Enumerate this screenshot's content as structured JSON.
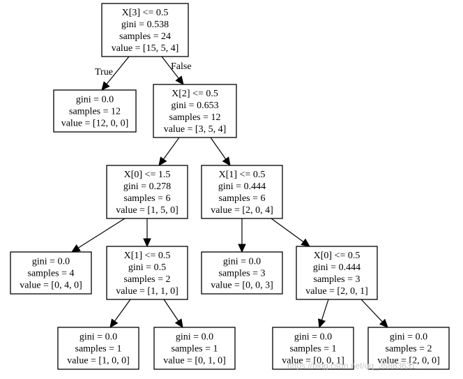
{
  "tree": {
    "nodes": [
      {
        "id": "n0",
        "lines": [
          "X[3] <= 0.5",
          "gini = 0.538",
          "samples = 24",
          "value = [15, 5, 4]"
        ]
      },
      {
        "id": "n1",
        "lines": [
          "gini = 0.0",
          "samples = 12",
          "value = [12, 0, 0]"
        ]
      },
      {
        "id": "n2",
        "lines": [
          "X[2] <= 0.5",
          "gini = 0.653",
          "samples = 12",
          "value = [3, 5, 4]"
        ]
      },
      {
        "id": "n3",
        "lines": [
          "X[0] <= 1.5",
          "gini = 0.278",
          "samples = 6",
          "value = [1, 5, 0]"
        ]
      },
      {
        "id": "n4",
        "lines": [
          "X[1] <= 0.5",
          "gini = 0.444",
          "samples = 6",
          "value = [2, 0, 4]"
        ]
      },
      {
        "id": "n5",
        "lines": [
          "gini = 0.0",
          "samples = 4",
          "value = [0, 4, 0]"
        ]
      },
      {
        "id": "n6",
        "lines": [
          "X[1] <= 0.5",
          "gini = 0.5",
          "samples = 2",
          "value = [1, 1, 0]"
        ]
      },
      {
        "id": "n7",
        "lines": [
          "gini = 0.0",
          "samples = 3",
          "value = [0, 0, 3]"
        ]
      },
      {
        "id": "n8",
        "lines": [
          "X[0] <= 0.5",
          "gini = 0.444",
          "samples = 3",
          "value = [2, 0, 1]"
        ]
      },
      {
        "id": "n9",
        "lines": [
          "gini = 0.0",
          "samples = 1",
          "value = [1, 0, 0]"
        ]
      },
      {
        "id": "n10",
        "lines": [
          "gini = 0.0",
          "samples = 1",
          "value = [0, 1, 0]"
        ]
      },
      {
        "id": "n11",
        "lines": [
          "gini = 0.0",
          "samples = 1",
          "value = [0, 0, 1]"
        ]
      },
      {
        "id": "n12",
        "lines": [
          "gini = 0.0",
          "samples = 2",
          "value = [2, 0, 0]"
        ]
      }
    ],
    "edges": [
      {
        "from": "n0",
        "to": "n1",
        "label": "True"
      },
      {
        "from": "n0",
        "to": "n2",
        "label": "False"
      },
      {
        "from": "n2",
        "to": "n3",
        "label": ""
      },
      {
        "from": "n2",
        "to": "n4",
        "label": ""
      },
      {
        "from": "n3",
        "to": "n5",
        "label": ""
      },
      {
        "from": "n3",
        "to": "n6",
        "label": ""
      },
      {
        "from": "n4",
        "to": "n7",
        "label": ""
      },
      {
        "from": "n4",
        "to": "n8",
        "label": ""
      },
      {
        "from": "n6",
        "to": "n9",
        "label": ""
      },
      {
        "from": "n6",
        "to": "n10",
        "label": ""
      },
      {
        "from": "n8",
        "to": "n11",
        "label": ""
      },
      {
        "from": "n8",
        "to": "n12",
        "label": ""
      }
    ]
  },
  "watermark": "https://blog.csdn.net/qq_35883631"
}
